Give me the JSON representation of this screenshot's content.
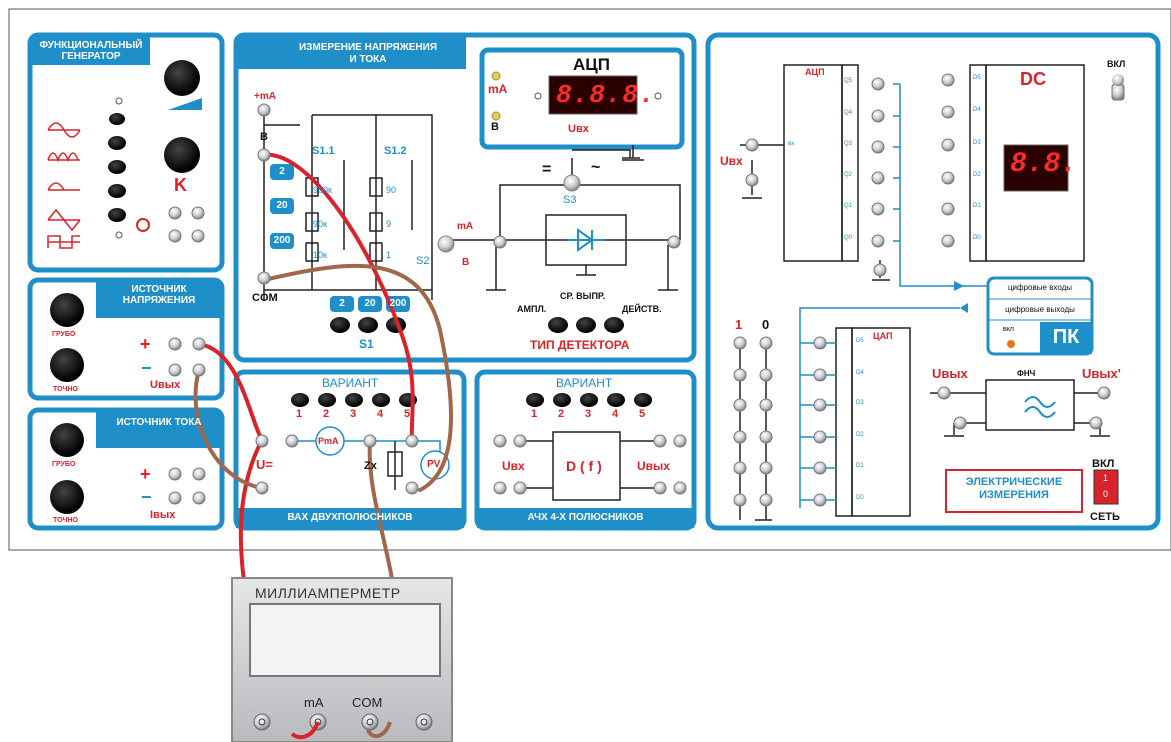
{
  "panels": {
    "func_gen": {
      "title": "ФУНКЦИОНАЛЬНЫЙ ГЕНЕРАТОР",
      "k_label": "K"
    },
    "measure": {
      "title": "ИЗМЕРЕНИЕ НАПРЯЖЕНИЯ И ТОКА",
      "plus_ma": "+mA",
      "b": "В",
      "com": "COM",
      "s11": "S1.1",
      "s12": "S1.2",
      "s1": "S1",
      "s2": "S2",
      "s3": "S3",
      "r1": "900к",
      "r2": "90к",
      "r3": "10к",
      "r4": "90",
      "r5": "9",
      "r6": "1",
      "ranges": [
        "2",
        "20",
        "200"
      ],
      "ma_side": "mA",
      "b_side": "В"
    },
    "adc_display": {
      "title": "АЦП",
      "value": "8.8.8.",
      "ma": "mA",
      "b": "В",
      "ubx": "Uвх"
    },
    "detector": {
      "eq": "=",
      "tilde": "~",
      "ampl": "АМПЛ.",
      "sr": "СР. ВЫПР.",
      "deist": "ДЕЙСТВ.",
      "type": "ТИП  ДЕТЕКТОРА"
    },
    "voltage_src": {
      "title": "ИСТОЧНИК НАПРЯЖЕНИЯ",
      "coarse": "ГРУБО",
      "fine": "ТОЧНО",
      "plus": "+",
      "minus": "−",
      "out": "Uвых"
    },
    "current_src": {
      "title": "ИСТОЧНИК ТОКА",
      "coarse": "ГРУБО",
      "fine": "ТОЧНО",
      "plus": "+",
      "minus": "−",
      "out": "Iвых"
    },
    "vax": {
      "title": "ВАХ ДВУХПОЛЮСНИКОВ",
      "variant": "ВАРИАНТ",
      "nums": [
        "1",
        "2",
        "3",
        "4",
        "5"
      ],
      "u": "U=",
      "pma": "PmA",
      "pv": "PV",
      "zx": "Zx"
    },
    "achh": {
      "title": "АЧХ 4-Х ПОЛЮСНИКОВ",
      "variant": "ВАРИАНТ",
      "nums": [
        "1",
        "2",
        "3",
        "4",
        "5"
      ],
      "ubx": "Uвх",
      "df": "D ( f )",
      "ubyx": "Uвых"
    },
    "digital": {
      "adc": "АЦП",
      "dc": "DC",
      "vkl": "ВКЛ",
      "ubx": "Uвх",
      "dc_value": "8.8.",
      "dac": "ЦАП",
      "ubyx": "Uвых",
      "ubyx2": "Uвых'",
      "fnch": "ФНЧ",
      "one": "1",
      "zero": "0",
      "dig_in": "цифровые входы",
      "dig_out": "цифровые выходы",
      "pc_vkl": "вкл",
      "pc": "ПК",
      "el_title": "ЭЛЕКТРИЧЕСКИЕ ИЗМЕРЕНИЯ",
      "set": "СЕТЬ",
      "vkl2": "ВКЛ",
      "sw1": "1",
      "sw0": "0",
      "q": [
        "Q5",
        "Q4",
        "Q3",
        "Q2",
        "Q1",
        "Q0"
      ],
      "d": [
        "D5",
        "D4",
        "D3",
        "D2",
        "D1",
        "D0"
      ],
      "bx": "вх"
    }
  },
  "multimeter": {
    "title": "МИЛЛИАМПЕРМЕТР",
    "ma": "mA",
    "com": "COM"
  },
  "colors": {
    "blue": "#1f8fc9",
    "red_wire": "#d8232a",
    "brown_wire": "#a0674a",
    "led": "#e8d23a"
  }
}
